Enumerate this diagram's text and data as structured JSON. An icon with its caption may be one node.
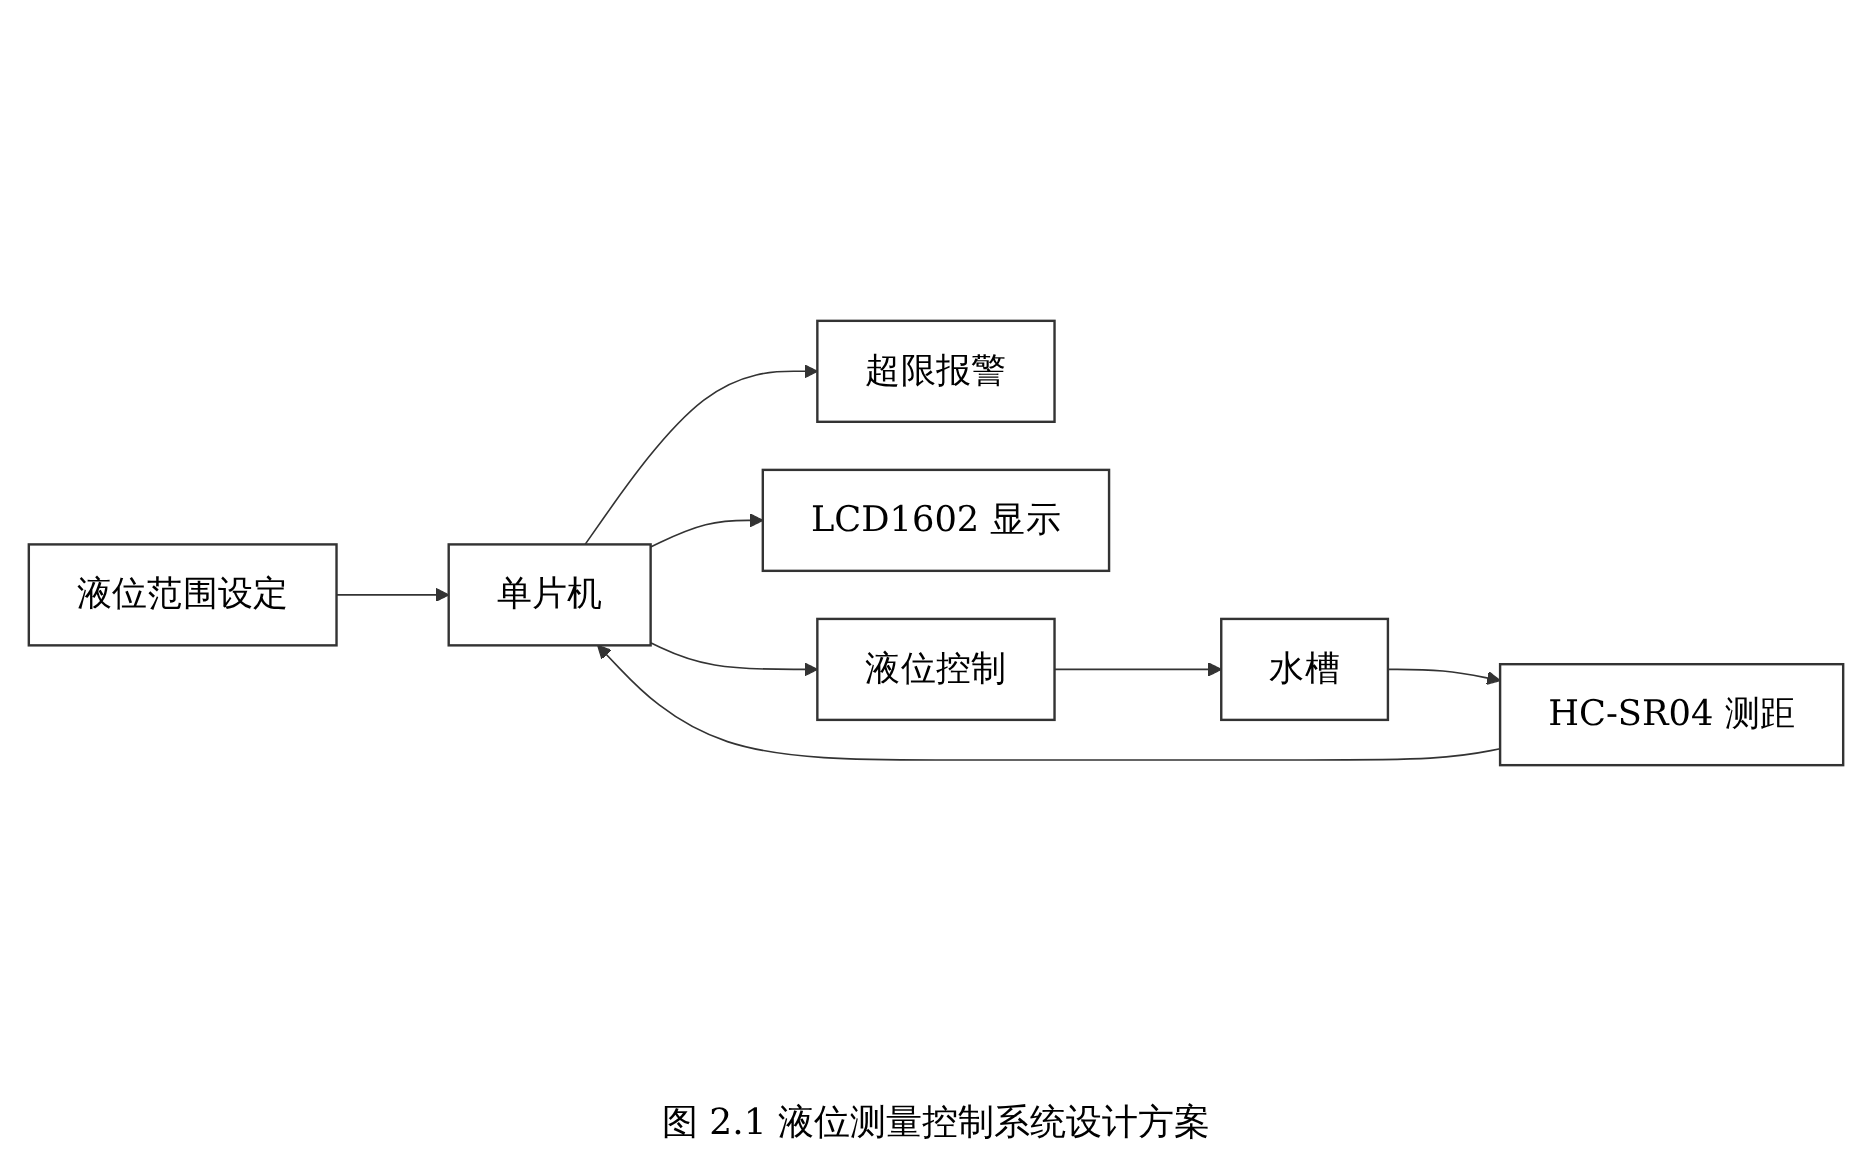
{
  "diagram": {
    "caption": "图 2.1 液位测量控制系统设计方案",
    "nodes": [
      {
        "text": [
          "液位范围设定"
        ]
      },
      {
        "text": [
          "HC-SR04 测距"
        ]
      },
      {
        "text": [
          "单片机"
        ]
      },
      {
        "text": [
          "超限报警"
        ]
      },
      {
        "text": [
          "LCD1602 显示"
        ]
      },
      {
        "text": [
          "液位控制"
        ]
      },
      {
        "text": [
          "水槽"
        ]
      }
    ],
    "edges": [
      {
        "from": 0,
        "to": 2,
        "arrow": "to"
      },
      {
        "from": 1,
        "to": 2,
        "arrow": "to"
      },
      {
        "from": 2,
        "to": 3,
        "arrow": "to"
      },
      {
        "from": 2,
        "to": 4,
        "arrow": "to"
      },
      {
        "from": 2,
        "to": 5,
        "arrow": "to"
      },
      {
        "from": 5,
        "to": 6,
        "arrow": "to"
      },
      {
        "from": 6,
        "to": 1,
        "arrow": "to"
      }
    ]
  }
}
